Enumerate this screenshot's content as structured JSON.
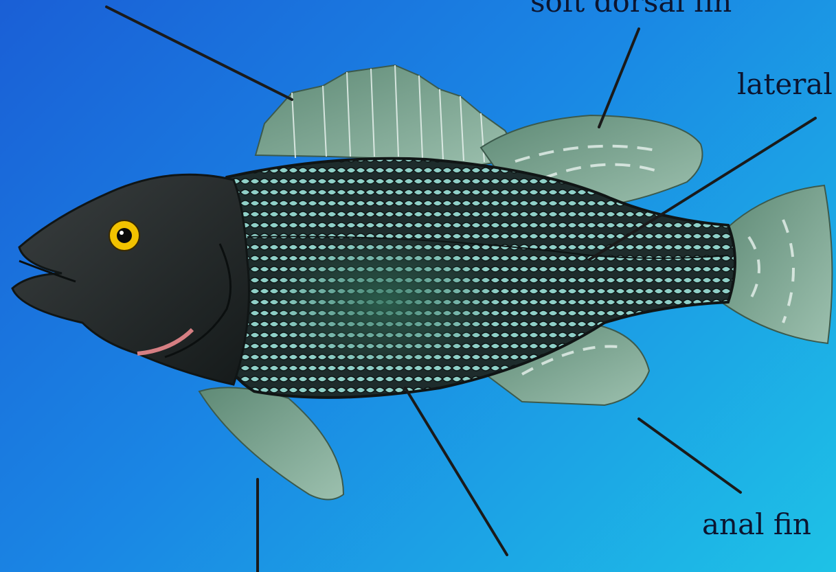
{
  "labels": {
    "soft_dorsal_fin": "soft dorsal fin",
    "lateral_line": "lateral",
    "anal_fin": "anal fin"
  },
  "colors": {
    "background_start": "#1a5fd6",
    "background_end": "#1ec2e6",
    "fish_body": "#1f2a2a",
    "scales": "#8fd0c8",
    "fins": "#7ea690",
    "eye": "#f2c200",
    "leader_lines": "#1a1a1a"
  }
}
